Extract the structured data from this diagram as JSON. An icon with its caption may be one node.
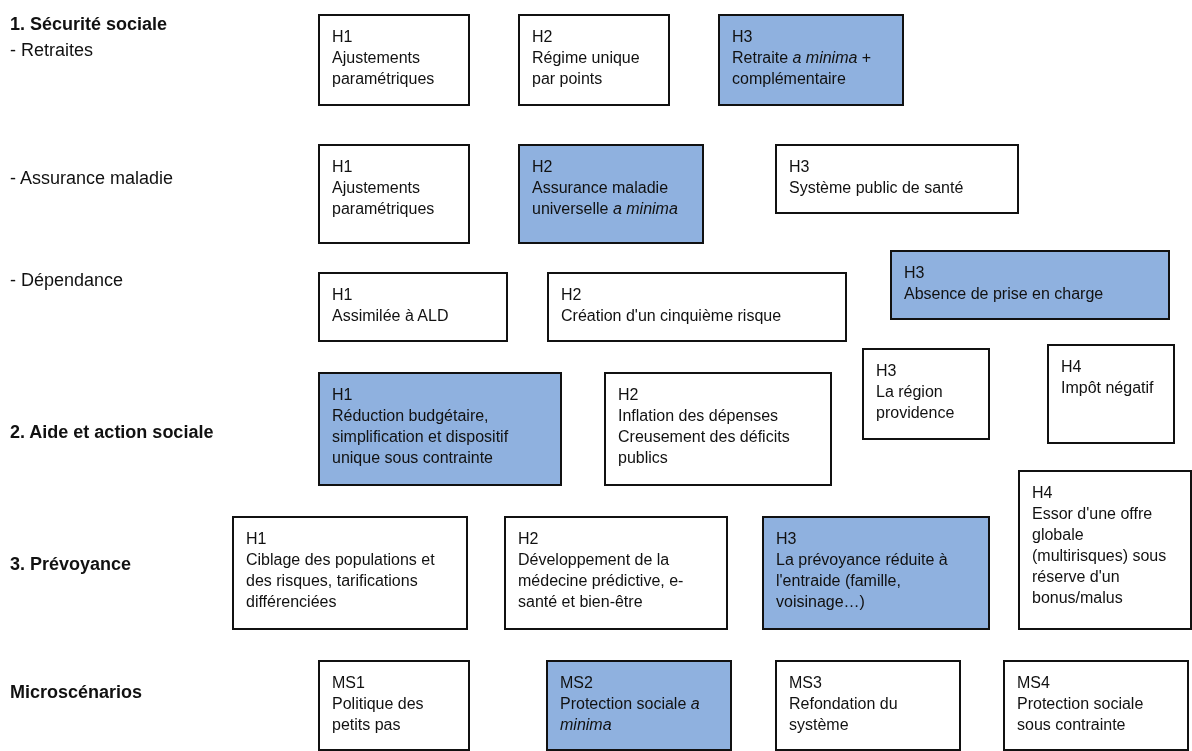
{
  "diagram": {
    "nodes": [
      {
        "text": [
          "H1",
          "Ajustements paramétriques"
        ]
      },
      {
        "text": [
          "H2",
          "Régime unique par points"
        ]
      },
      {
        "text": [
          "H3",
          "Retraite *a minima* + complémentaire"
        ]
      },
      {
        "text": [
          "H1",
          "Ajustements paramétriques"
        ]
      },
      {
        "text": [
          "H2",
          "Assurance maladie universelle *a minima*"
        ]
      },
      {
        "text": [
          "H3",
          "Système public de santé"
        ]
      },
      {
        "text": [
          "H3",
          "Absence de prise en charge"
        ]
      },
      {
        "text": [
          "H1",
          "Assimilée à ALD"
        ]
      },
      {
        "text": [
          "H2",
          "Création d'un cinquième risque"
        ]
      },
      {
        "text": [
          "H3",
          "La région providence"
        ]
      },
      {
        "text": [
          "H4",
          "Impôt négatif"
        ]
      },
      {
        "text": [
          "H1",
          "Réduction budgétaire, simplification et dispositif unique sous contrainte"
        ]
      },
      {
        "text": [
          "H2",
          "Inflation des dépenses Creusement des déficits publics"
        ]
      },
      {
        "text": [
          "H4",
          "Essor d'une offre globale (multirisques) sous réserve d'un bonus/malus"
        ]
      },
      {
        "text": [
          "H1",
          "Ciblage des populations et des risques, tarifications différenciées"
        ]
      },
      {
        "text": [
          "H2",
          "Développement de la médecine prédictive, e-santé et bien-être"
        ]
      },
      {
        "text": [
          "H3",
          "La prévoyance réduite à l'entraide (famille, voisinage…)"
        ]
      },
      {
        "text": [
          "MS1",
          "Politique des petits pas"
        ]
      },
      {
        "text": [
          "MS2",
          "Protection sociale *a minima*"
        ]
      },
      {
        "text": [
          "MS3",
          "Refondation du système"
        ]
      },
      {
        "text": [
          "MS4",
          "Protection sociale sous contrainte"
        ]
      }
    ],
    "labels": [
      "1. Sécurité sociale",
      "- Retraites",
      "- Assurance maladie",
      "- Dépendance",
      "2. Aide et action sociale",
      "3. Prévoyance",
      "Microscénarios"
    ]
  }
}
